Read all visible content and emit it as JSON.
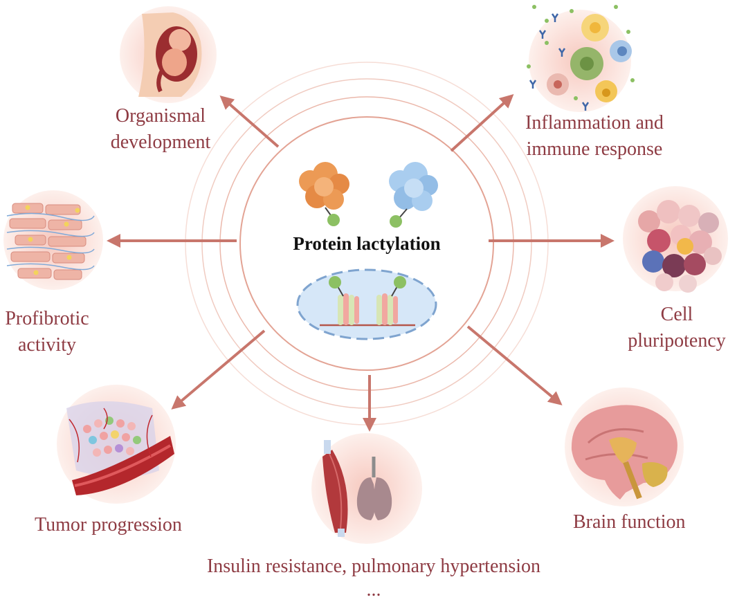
{
  "center": {
    "title": "Protein lactylation"
  },
  "colors": {
    "arrow": "#c8766c",
    "label": "#8e3b43",
    "ring": "#ebb4a8",
    "halo": "#fbe3dd",
    "protein_orange": "#ec9a55",
    "protein_blue": "#a9cdef",
    "lactyl_green": "#8cc063",
    "nucleus_fill": "#d6e7f8",
    "nucleus_border": "#7fa4cf"
  },
  "effects": {
    "organismal": {
      "line1": "Organismal",
      "line2": "development",
      "icon": "fetus-icon"
    },
    "inflammation": {
      "line1": "Inflammation and",
      "line2": "immune response",
      "icon": "immune-cells-icon"
    },
    "profibrotic": {
      "line1": "Profibrotic",
      "line2": "activity",
      "icon": "fibrotic-tissue-icon"
    },
    "pluripotency": {
      "line1": "Cell",
      "line2": "pluripotency",
      "icon": "stem-cell-cluster-icon"
    },
    "tumor": {
      "line1": "Tumor progression",
      "icon": "tumor-vessel-icon"
    },
    "insulin": {
      "line1": "Insulin resistance, pulmonary hypertension",
      "line2": "...",
      "icon": "muscle-lung-icon"
    },
    "brain": {
      "line1": "Brain function",
      "icon": "brain-icon"
    }
  }
}
